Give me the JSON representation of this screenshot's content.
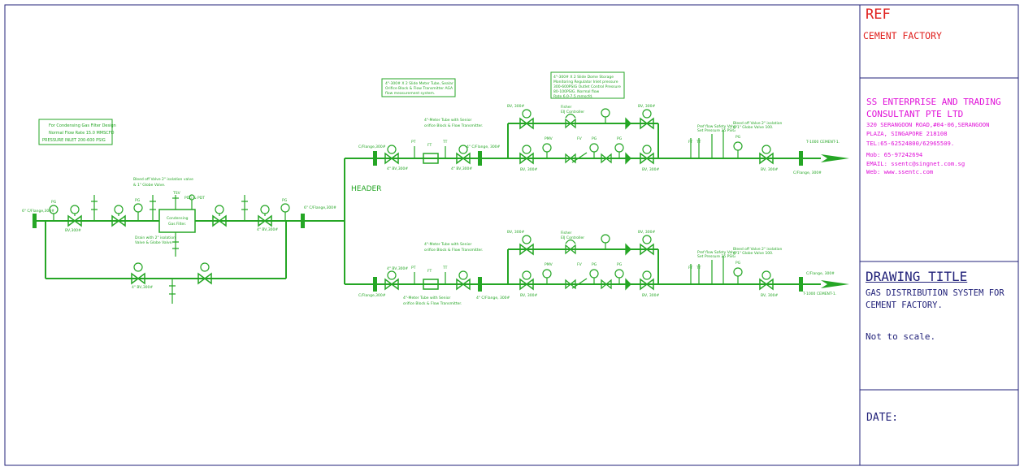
{
  "title_block": {
    "ref_label": "REF",
    "ref_value": "CEMENT FACTORY",
    "company": {
      "name_line1": "SS ENTERPRISE AND TRADING",
      "name_line2": "CONSULTANT PTE LTD",
      "address_line1": "320 SERANGOON ROAD,#04-06,SERANGOON",
      "address_line2": "PLAZA, SINGAPORE 218108",
      "tel": "TEL:65-62524800/62965509.",
      "mobile": "Mob: 65-97242694",
      "email": "EMAIL: ssentc@singnet.com.sg",
      "web": "Web: www.ssentc.com"
    },
    "drawing_title_label": "DRAWING TITLE",
    "drawing_title_line1": "GAS DISTRIBUTION SYSTEM FOR",
    "drawing_title_line2": "CEMENT FACTORY.",
    "scale_note": "Not to scale.",
    "date_label": "DATE:"
  },
  "diagram": {
    "design_note": [
      "For Condensing Gas Filter Design",
      "Normal Flow Rate 15.0 MMSCFD",
      "PRESSURE INLET 200-600 PSIG"
    ],
    "header_label": "HEADER",
    "inlet_flange": "6\" C/Flange,300#",
    "header_flange": "6\" C/Flange,300#",
    "filter_label": [
      "Condensing",
      "Gas Filter."
    ],
    "bleed_note_top": [
      "Bleed off Valve 2\" isolation valve",
      "& 1\" Globe Valve."
    ],
    "drain_note": [
      "Drain with 2\" isolation",
      "Valve & Globe Valve."
    ],
    "tsv_label": "TSV",
    "pdg_label": "PDG & PDT",
    "pg_label": "PG",
    "pt_label": "PT",
    "ft_label": "FT",
    "tt_label": "TT",
    "pmv_label": "PMV",
    "fv_label": "FV",
    "bv_4_300": "4\" BV,300#",
    "bv_300": "BV,300#",
    "bv_300b": "BV, 300#",
    "cflange_300": "C/Flange,300#",
    "cflange_4": "4\" C/Flange, 300#",
    "meter_note_top": [
      "4\"-300# X 2 Slide Meter Tube, Sealar",
      "Orifice Block & Flow Transmitter AGA",
      "flow measurement system."
    ],
    "reg_note_top": [
      "4\"-300# X 2 Slide Dome Storage",
      "Monitoring Regulator Inlet pressure",
      "300-600PSIG Outlet Control Pressure",
      "80-100PSIG. Normal flow",
      "Rate 6.0-7.5 mmscfd."
    ],
    "meter_tube_note": [
      "4\"-Meter Tube with Senior",
      "orifice Block & Flow Transmitter."
    ],
    "fisher_label": [
      "Fisher",
      "EIJ Controller"
    ],
    "pref_label": [
      "Pref flow Safety Valve",
      "Set Pressure 25 PSIG"
    ],
    "bleed_note_right": [
      "Bleed off Valve 2\" isolation",
      "& 1\" Globe Valve 100."
    ],
    "tee_top": "T-1000 CEMENT-1.",
    "tee_bottom": "T-1000 CEMENT-1.",
    "out_flange": "C/Flange, 300#"
  },
  "colors": {
    "pipe": "#25a625",
    "frame": "#22227a",
    "ref": "#e0201e",
    "company": "#e010d8"
  }
}
